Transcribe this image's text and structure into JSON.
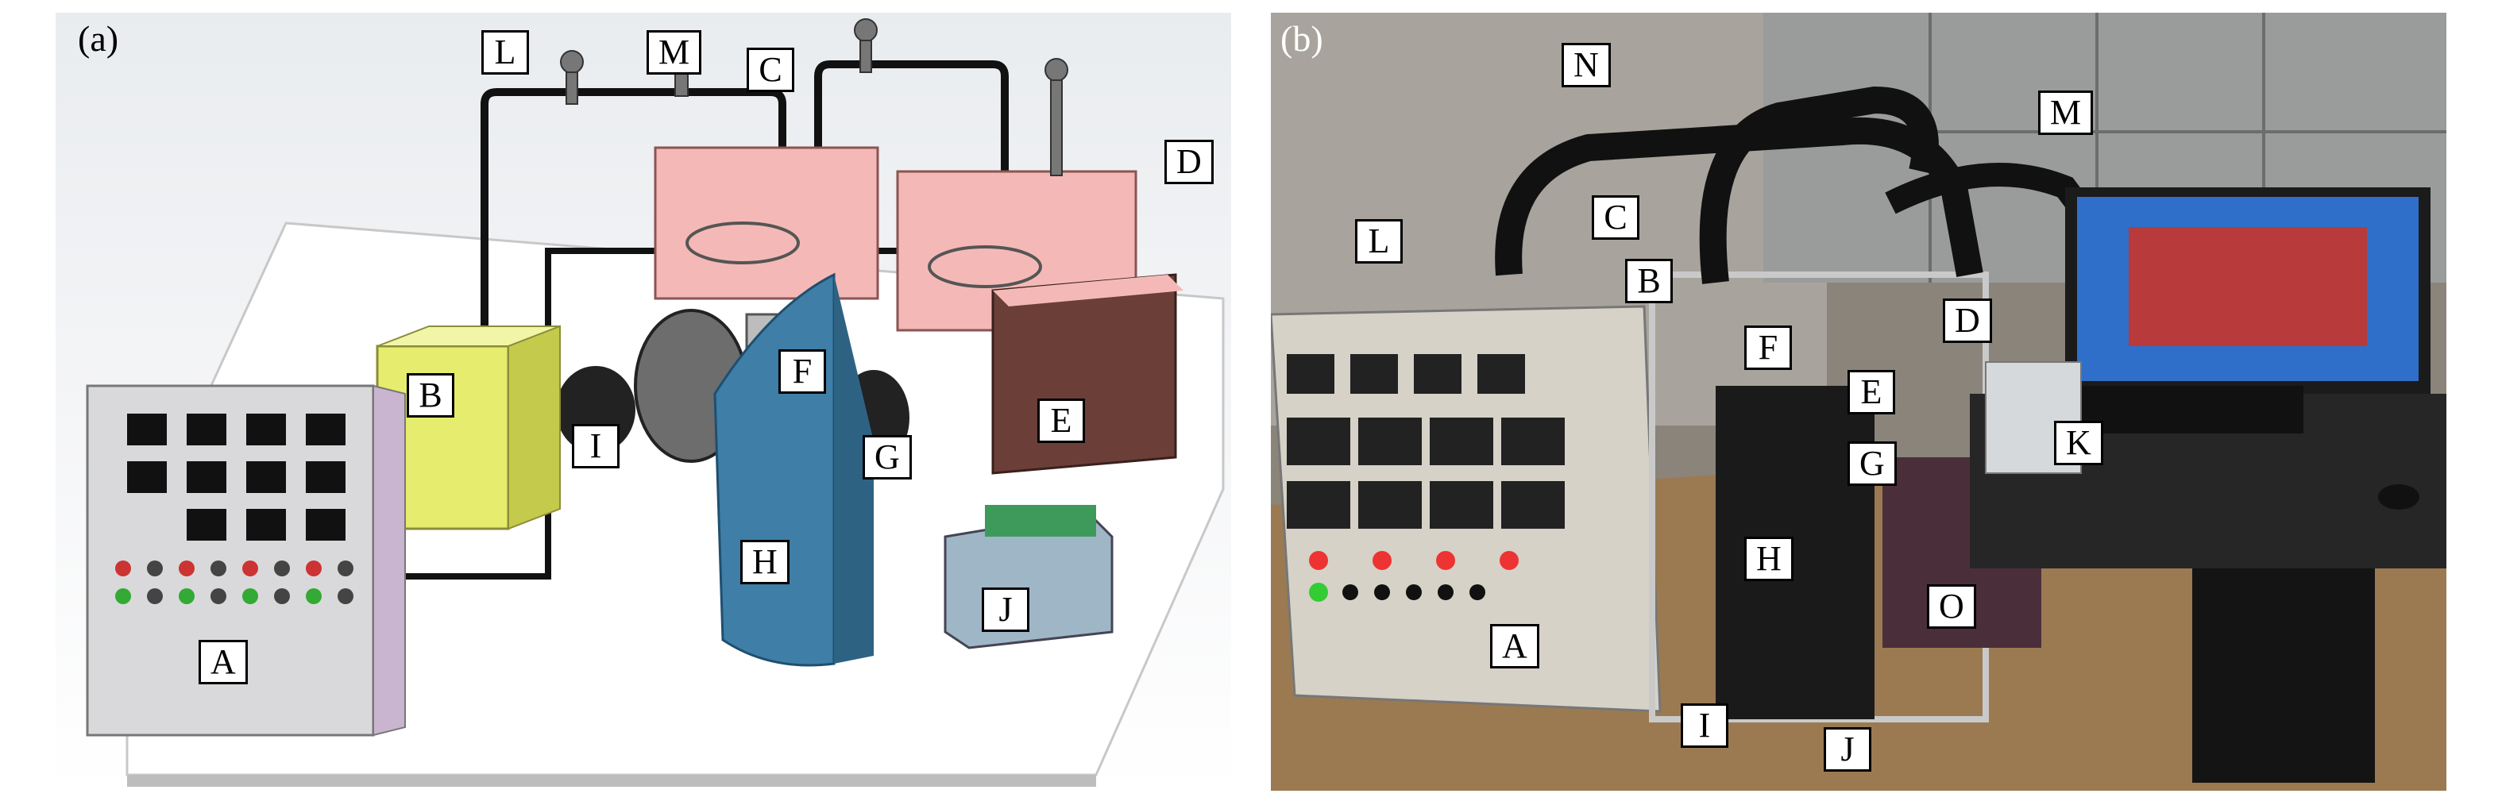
{
  "panel_a": {
    "tag": "(a)",
    "labels": [
      "A",
      "B",
      "C",
      "D",
      "E",
      "F",
      "G",
      "H",
      "I",
      "J",
      "L",
      "M"
    ]
  },
  "panel_b": {
    "tag": "(b)",
    "labels": [
      "A",
      "B",
      "C",
      "D",
      "E",
      "F",
      "G",
      "H",
      "I",
      "J",
      "K",
      "L",
      "M",
      "N",
      "O"
    ]
  },
  "colors": {
    "chamber_pink": "#f4b9b6",
    "heat_exchanger_blue": "#3f7ea6",
    "box_yellow": "#e6ec6e",
    "box_brown": "#6b3f38",
    "panel_grey": "#d9d9db"
  }
}
